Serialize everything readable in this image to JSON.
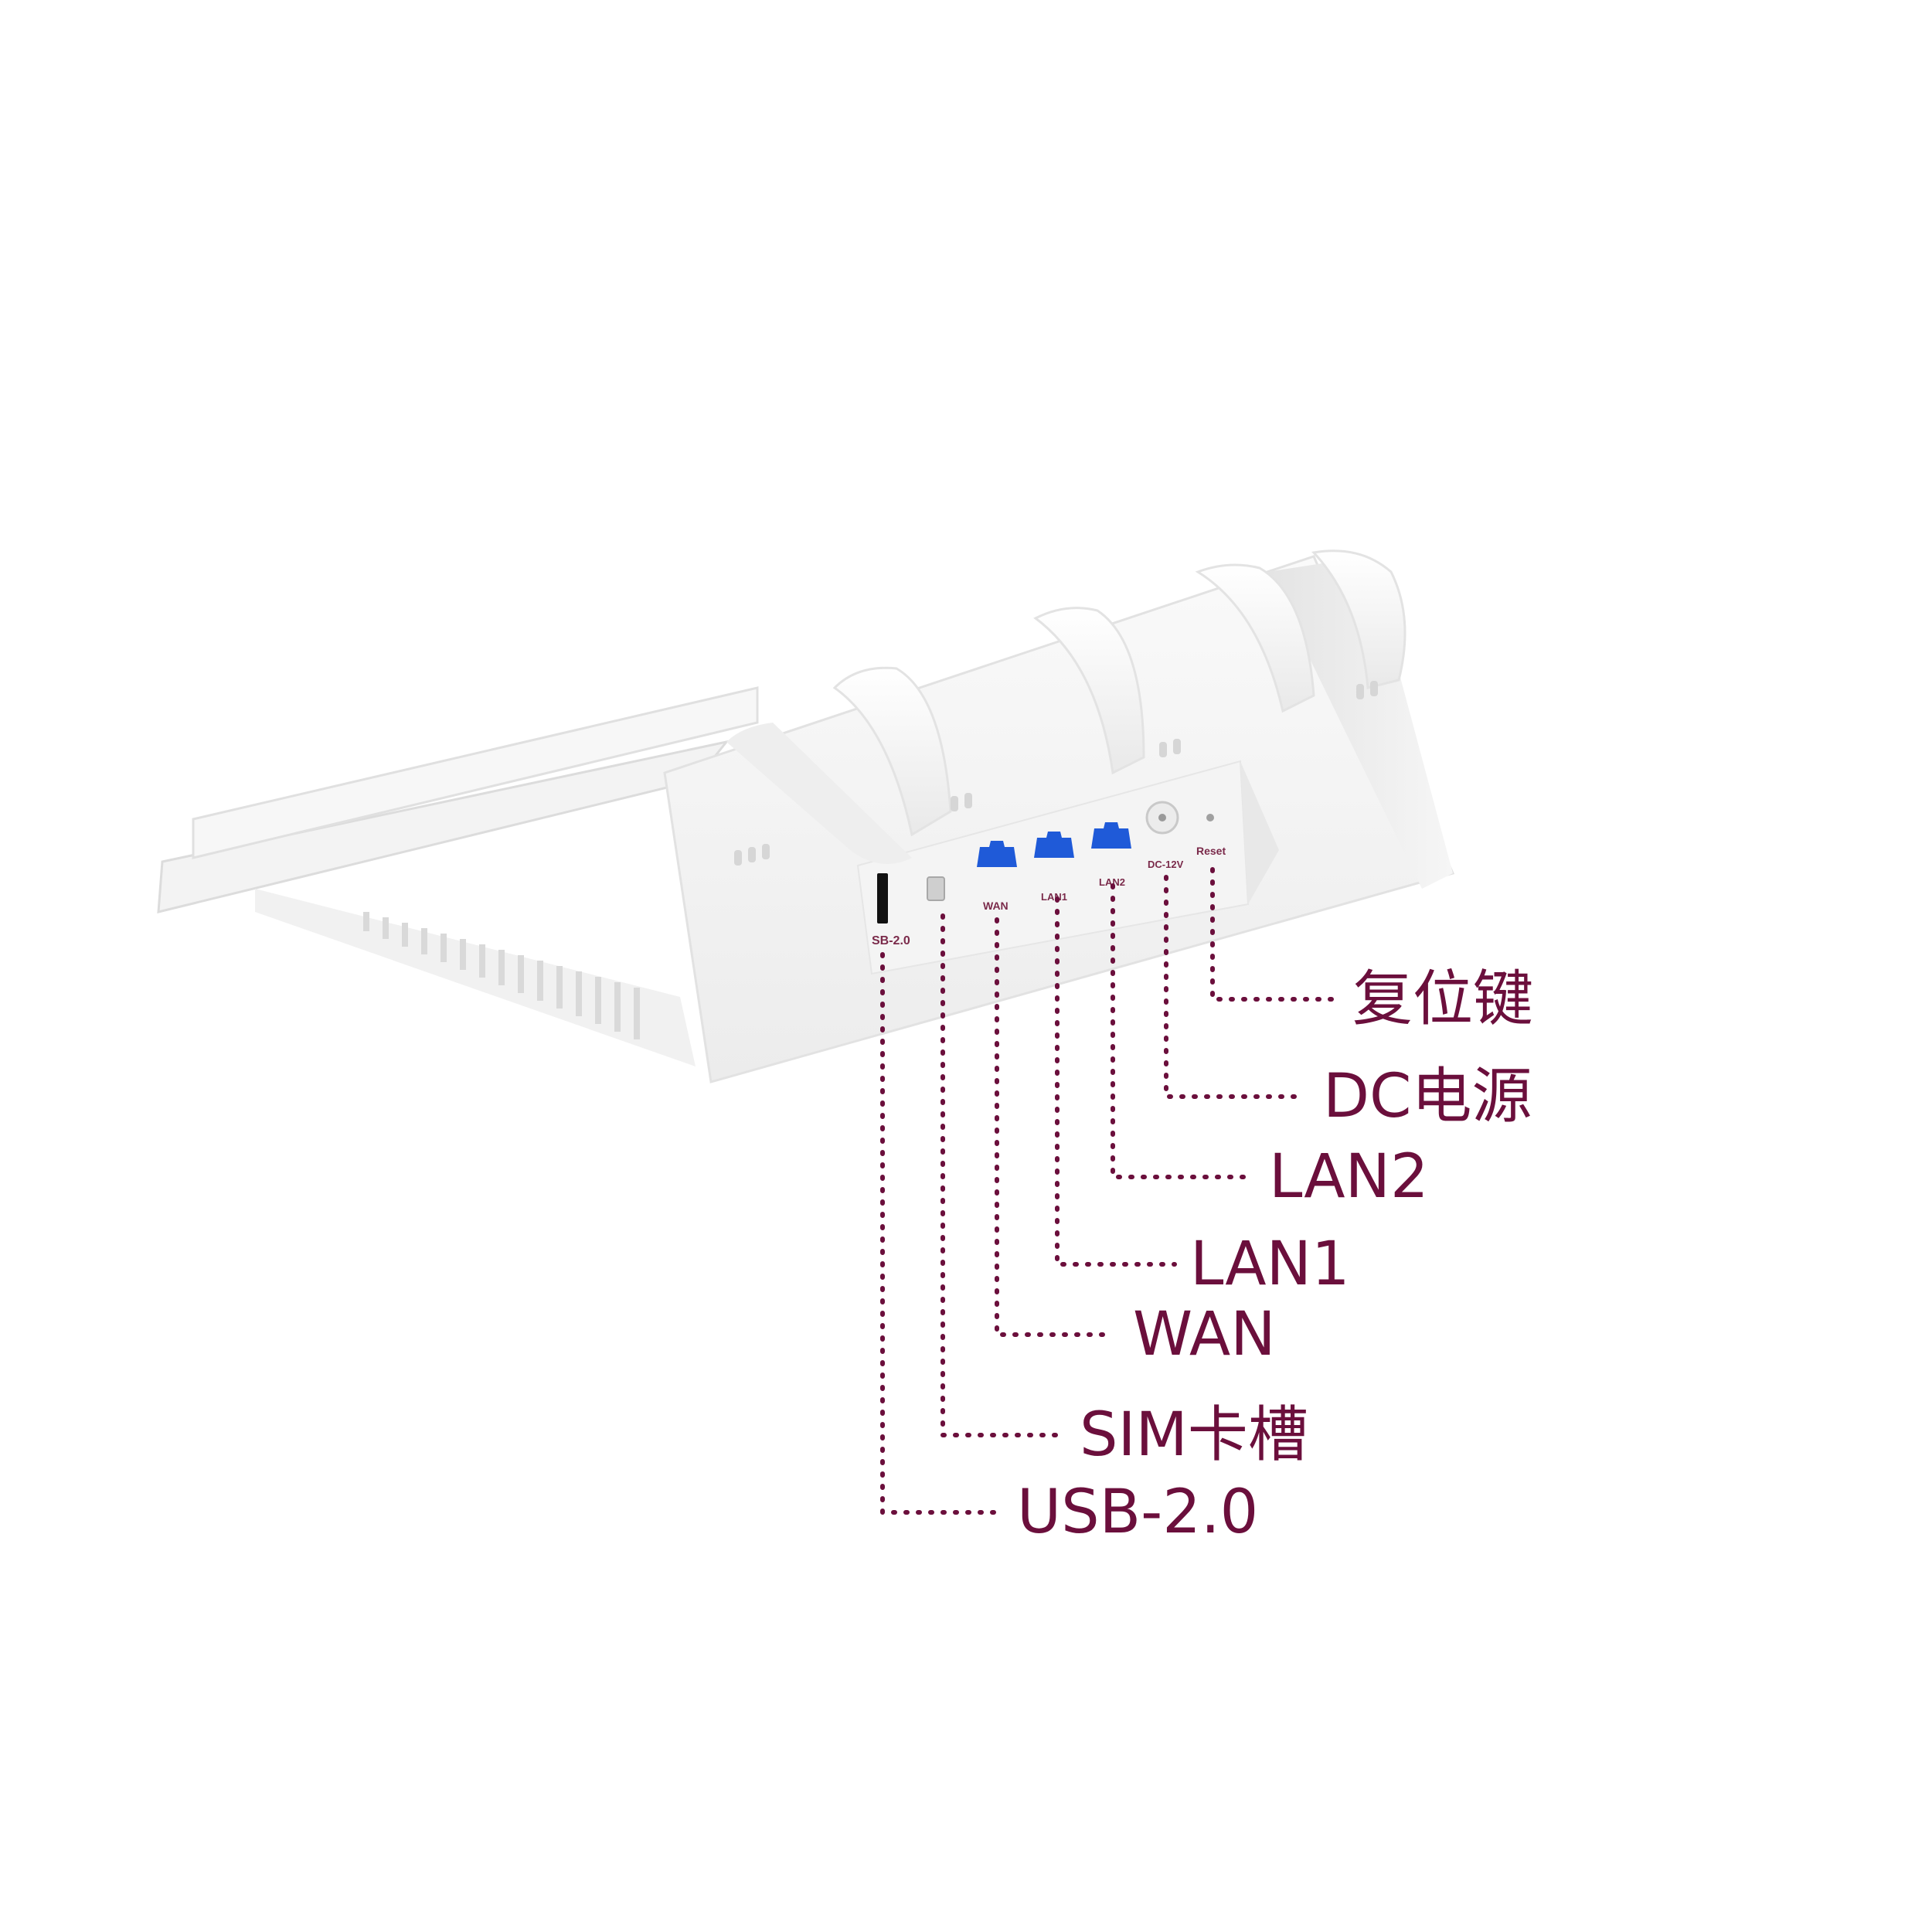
{
  "image": {
    "subject": "Back panel of a white router",
    "accent_color": "#6b0f3c",
    "port_color": "#1f5ad8"
  },
  "panel_labels": {
    "usb": "SB-2.0",
    "wan": "WAN",
    "lan1": "LAN1",
    "lan2": "LAN2",
    "dc": "DC-12V",
    "reset": "Reset"
  },
  "callouts": {
    "reset": "复位键",
    "dc_power": "DC电源",
    "lan2": "LAN2",
    "lan1": "LAN1",
    "wan": "WAN",
    "sim": "SIM卡槽",
    "usb": "USB-2.0"
  }
}
